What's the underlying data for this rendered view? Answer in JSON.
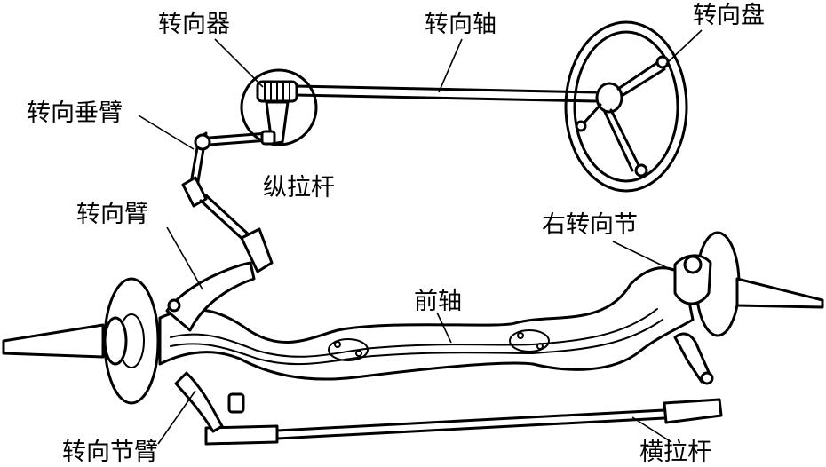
{
  "labels": {
    "steering_gear": "转向器",
    "steering_shaft": "转向轴",
    "steering_wheel": "转向盘",
    "pitman_arm": "转向垂臂",
    "drag_link": "纵拉杆",
    "steering_arm": "转向臂",
    "right_knuckle": "右转向节",
    "front_axle": "前轴",
    "knuckle_arm": "转向节臂",
    "tie_rod": "横拉杆"
  }
}
